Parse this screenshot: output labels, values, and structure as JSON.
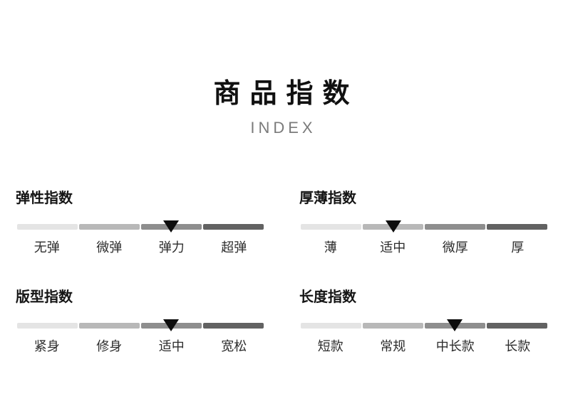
{
  "header": {
    "title": "商品指数",
    "subtitle": "INDEX"
  },
  "colors": {
    "segments": [
      "#e4e4e4",
      "#b8b8b8",
      "#8e8e8e",
      "#626262"
    ],
    "marker": "#0d0d0d"
  },
  "indices": [
    {
      "id": "elasticity",
      "title": "弹性指数",
      "levels": [
        "无弹",
        "微弹",
        "弹力",
        "超弹"
      ],
      "selected_index": 2,
      "selected_label": "弹力"
    },
    {
      "id": "thickness",
      "title": "厚薄指数",
      "levels": [
        "薄",
        "适中",
        "微厚",
        "厚"
      ],
      "selected_index": 1,
      "selected_label": "适中"
    },
    {
      "id": "fit",
      "title": "版型指数",
      "levels": [
        "紧身",
        "修身",
        "适中",
        "宽松"
      ],
      "selected_index": 2,
      "selected_label": "适中"
    },
    {
      "id": "length",
      "title": "长度指数",
      "levels": [
        "短款",
        "常规",
        "中长款",
        "长款"
      ],
      "selected_index": 2,
      "selected_label": "中长款"
    }
  ]
}
